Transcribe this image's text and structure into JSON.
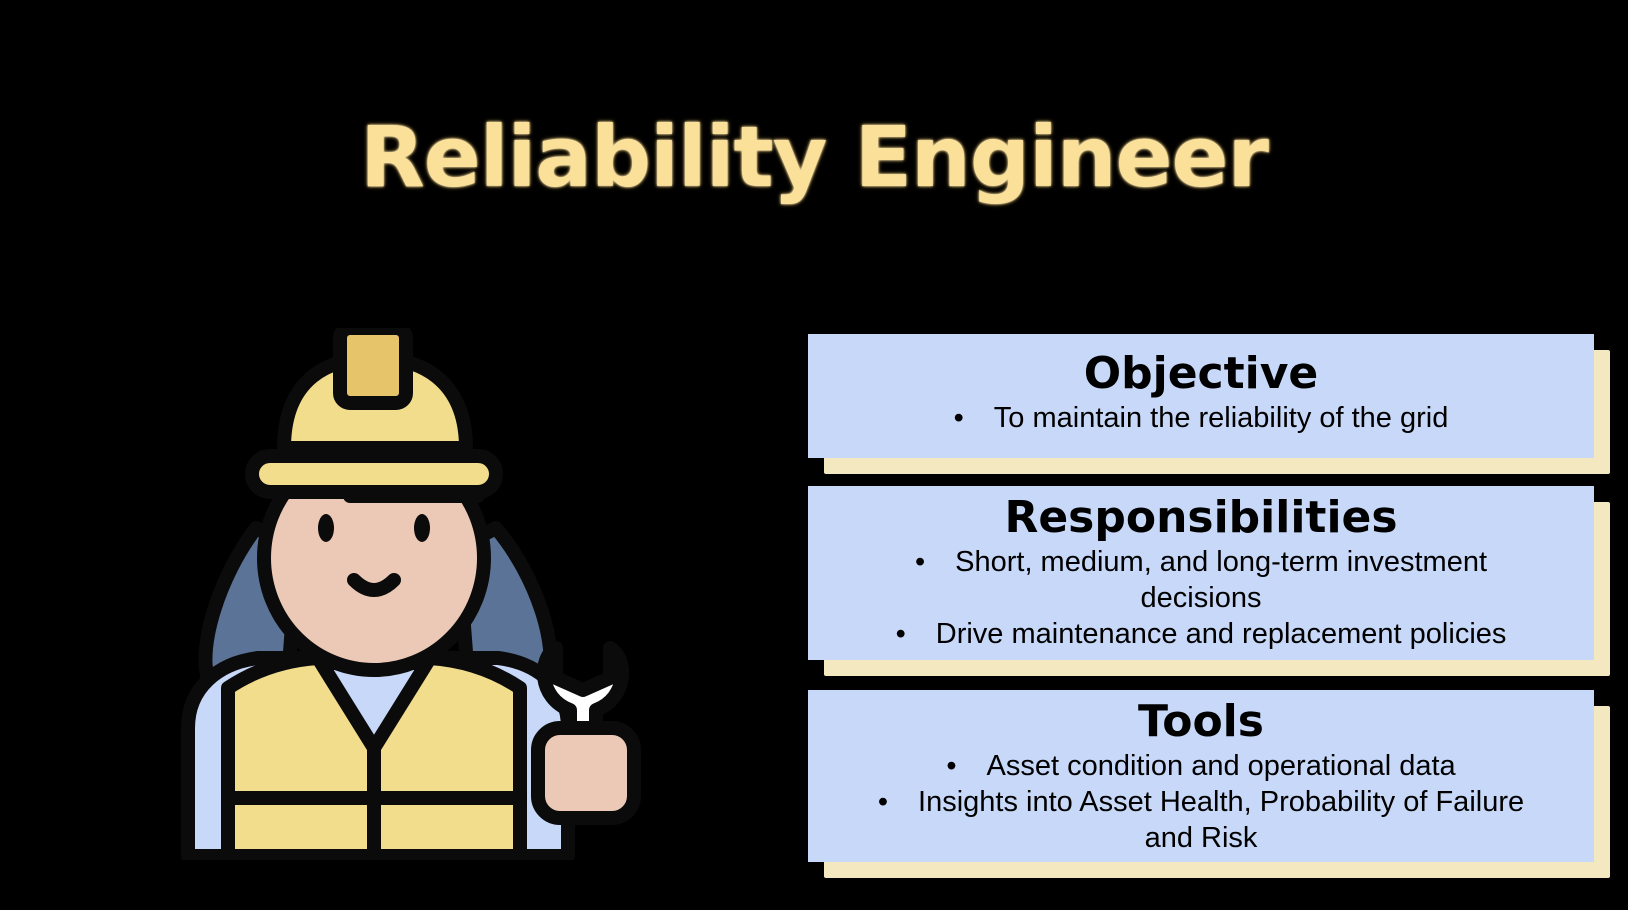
{
  "title": "Reliability Engineer",
  "colors": {
    "background": "#000000",
    "title": "#fbe09a",
    "card": "#c7d8f8",
    "card_shadow": "#f4e8c0"
  },
  "illustration": {
    "icon": "female-engineer-with-wrench-icon"
  },
  "cards": [
    {
      "heading": "Objective",
      "items": [
        "To maintain the reliability of the grid"
      ]
    },
    {
      "heading": "Responsibilities",
      "items": [
        "Short, medium, and long-term investment decisions",
        "Drive maintenance and replacement policies"
      ]
    },
    {
      "heading": "Tools",
      "items": [
        "Asset condition and operational data",
        "Insights into Asset Health, Probability of Failure and Risk"
      ]
    }
  ]
}
